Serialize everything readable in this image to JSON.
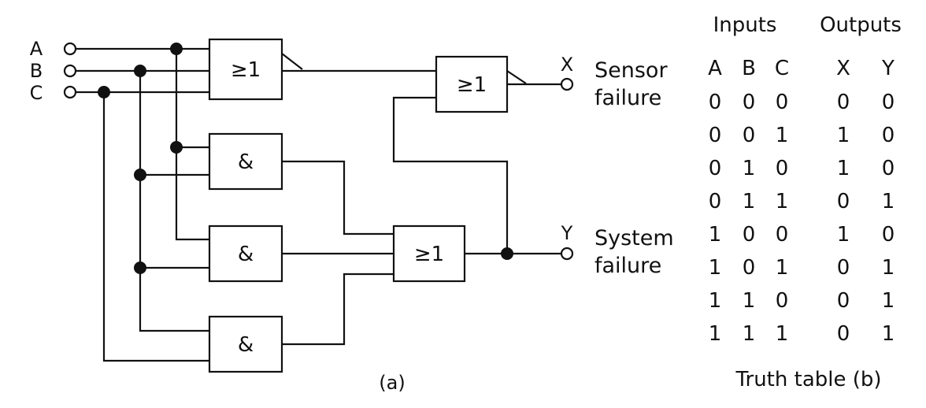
{
  "circuit": {
    "inputs": [
      "A",
      "B",
      "C"
    ],
    "outputs": [
      "X",
      "Y"
    ],
    "gate_symbols": {
      "or_top": "≥1",
      "or_x": "≥1",
      "and1": "&",
      "and2": "&",
      "and3": "&",
      "or_y": "≥1"
    },
    "output_descriptions": {
      "x_line1": "Sensor",
      "x_line2": "failure",
      "y_line1": "System",
      "y_line2": "failure"
    },
    "caption": "(a)"
  },
  "truth_table": {
    "group_headers": {
      "inputs": "Inputs",
      "outputs": "Outputs"
    },
    "columns": [
      "A",
      "B",
      "C",
      "X",
      "Y"
    ],
    "rows": [
      [
        "0",
        "0",
        "0",
        "0",
        "0"
      ],
      [
        "0",
        "0",
        "1",
        "1",
        "0"
      ],
      [
        "0",
        "1",
        "0",
        "1",
        "0"
      ],
      [
        "0",
        "1",
        "1",
        "0",
        "1"
      ],
      [
        "1",
        "0",
        "0",
        "1",
        "0"
      ],
      [
        "1",
        "0",
        "1",
        "0",
        "1"
      ],
      [
        "1",
        "1",
        "0",
        "0",
        "1"
      ],
      [
        "1",
        "1",
        "1",
        "0",
        "1"
      ]
    ],
    "caption": "Truth table (b)"
  }
}
